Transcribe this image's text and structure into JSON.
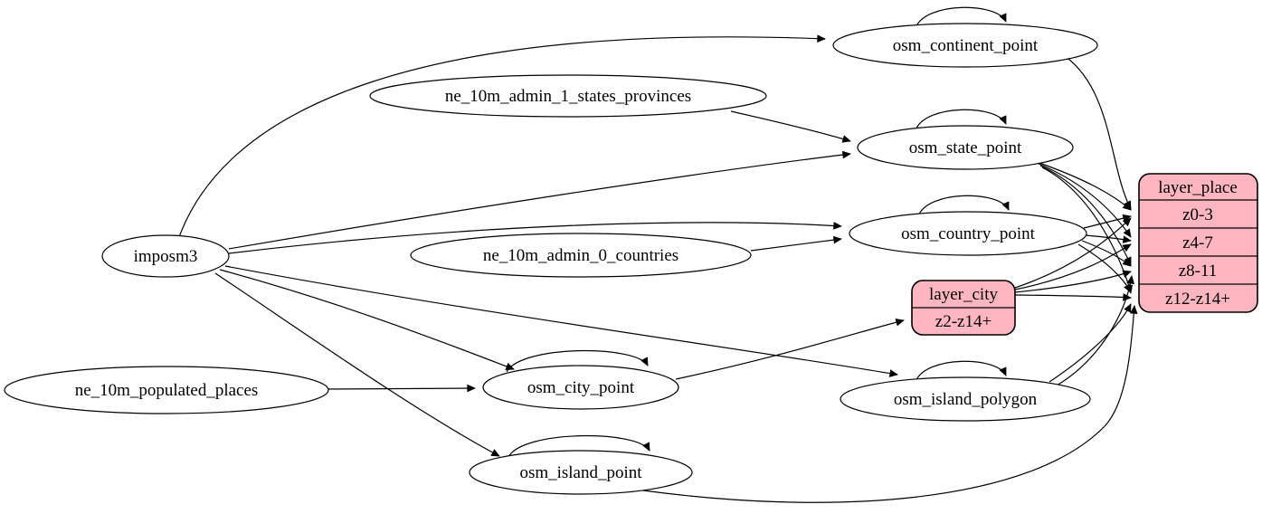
{
  "diagram": {
    "kind": "graphviz-etl-diagram",
    "colors": {
      "record_fill": "#ffb6c1",
      "node_fill": "#ffffff",
      "stroke": "#000000"
    },
    "nodes": {
      "imposm3": {
        "label": "imposm3",
        "shape": "ellipse"
      },
      "ne_10m_admin_1_states_provinces": {
        "label": "ne_10m_admin_1_states_provinces",
        "shape": "ellipse"
      },
      "ne_10m_admin_0_countries": {
        "label": "ne_10m_admin_0_countries",
        "shape": "ellipse"
      },
      "ne_10m_populated_places": {
        "label": "ne_10m_populated_places",
        "shape": "ellipse"
      },
      "osm_continent_point": {
        "label": "osm_continent_point",
        "shape": "ellipse"
      },
      "osm_state_point": {
        "label": "osm_state_point",
        "shape": "ellipse"
      },
      "osm_country_point": {
        "label": "osm_country_point",
        "shape": "ellipse"
      },
      "osm_city_point": {
        "label": "osm_city_point",
        "shape": "ellipse"
      },
      "osm_island_polygon": {
        "label": "osm_island_polygon",
        "shape": "ellipse"
      },
      "osm_island_point": {
        "label": "osm_island_point",
        "shape": "ellipse"
      }
    },
    "records": {
      "layer_place": {
        "title": "layer_place",
        "rows": [
          "z0-3",
          "z4-7",
          "z8-11",
          "z12-z14+"
        ]
      },
      "layer_city": {
        "title": "layer_city",
        "rows": [
          "z2-z14+"
        ]
      }
    },
    "edges": [
      "imposm3 -> osm_continent_point",
      "imposm3 -> osm_state_point",
      "imposm3 -> osm_country_point",
      "imposm3 -> osm_city_point",
      "imposm3 -> osm_island_polygon",
      "imposm3 -> osm_island_point",
      "ne_10m_admin_1_states_provinces -> osm_state_point",
      "ne_10m_admin_0_countries -> osm_country_point",
      "ne_10m_populated_places -> osm_city_point",
      "osm_continent_point -> osm_continent_point",
      "osm_state_point -> osm_state_point",
      "osm_country_point -> osm_country_point",
      "osm_city_point -> osm_city_point",
      "osm_island_polygon -> osm_island_polygon",
      "osm_island_point -> osm_island_point",
      "osm_continent_point -> layer_place:z0-3",
      "osm_state_point -> layer_place:z0-3",
      "osm_state_point -> layer_place:z4-7",
      "osm_state_point -> layer_place:z8-11",
      "osm_state_point -> layer_place:z12-z14+",
      "osm_country_point -> layer_place:z0-3",
      "osm_country_point -> layer_place:z4-7",
      "osm_country_point -> layer_place:z8-11",
      "osm_country_point -> layer_place:z12-z14+",
      "osm_city_point -> layer_city:z2-z14+",
      "layer_city -> layer_place:z0-3",
      "layer_city -> layer_place:z4-7",
      "layer_city -> layer_place:z8-11",
      "layer_city -> layer_place:z12-z14+",
      "osm_island_polygon -> layer_place:z8-11",
      "osm_island_polygon -> layer_place:z12-z14+",
      "osm_island_point -> layer_place:z12-z14+"
    ]
  }
}
